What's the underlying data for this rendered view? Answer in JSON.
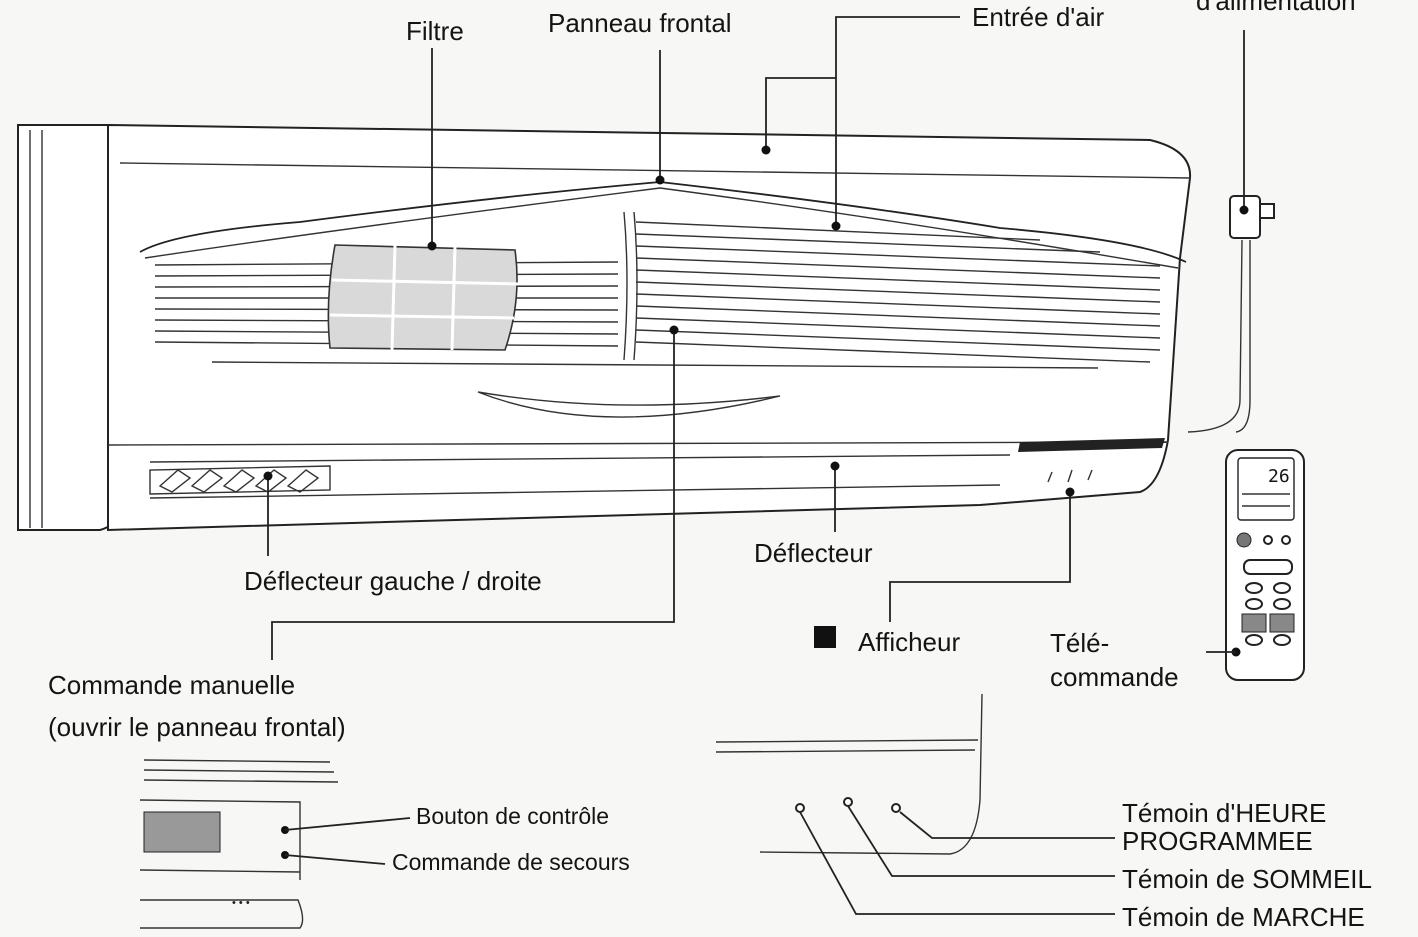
{
  "labels": {
    "filtre": "Filtre",
    "panneau_frontal": "Panneau frontal",
    "entree_air": "Entrée d'air",
    "alimentation": "d'alimentation",
    "deflecteur_gauche_droite": "Déflecteur gauche / droite",
    "deflecteur": "Déflecteur",
    "afficheur": "Afficheur",
    "telecommande_1": "Télé-",
    "telecommande_2": "commande",
    "commande_manuelle_1": "Commande manuelle",
    "commande_manuelle_2": "(ouvrir le panneau frontal)",
    "bouton_controle": "Bouton de contrôle",
    "commande_secours": "Commande de secours",
    "temoin_heure_1": "Témoin d'HEURE",
    "temoin_heure_2": "PROGRAMMEE",
    "temoin_sommeil": "Témoin de SOMMEIL",
    "temoin_marche": "Témoin de MARCHE"
  },
  "remote_display": {
    "temperature": "26"
  },
  "colors": {
    "ink": "#141414",
    "background": "#f7f7f5",
    "filter_fill": "#d9d9d9",
    "display_strip": "#222222"
  },
  "icons": [
    "air-conditioner-unit",
    "filter-mesh",
    "remote-control",
    "power-plug",
    "indicator-lamp"
  ]
}
